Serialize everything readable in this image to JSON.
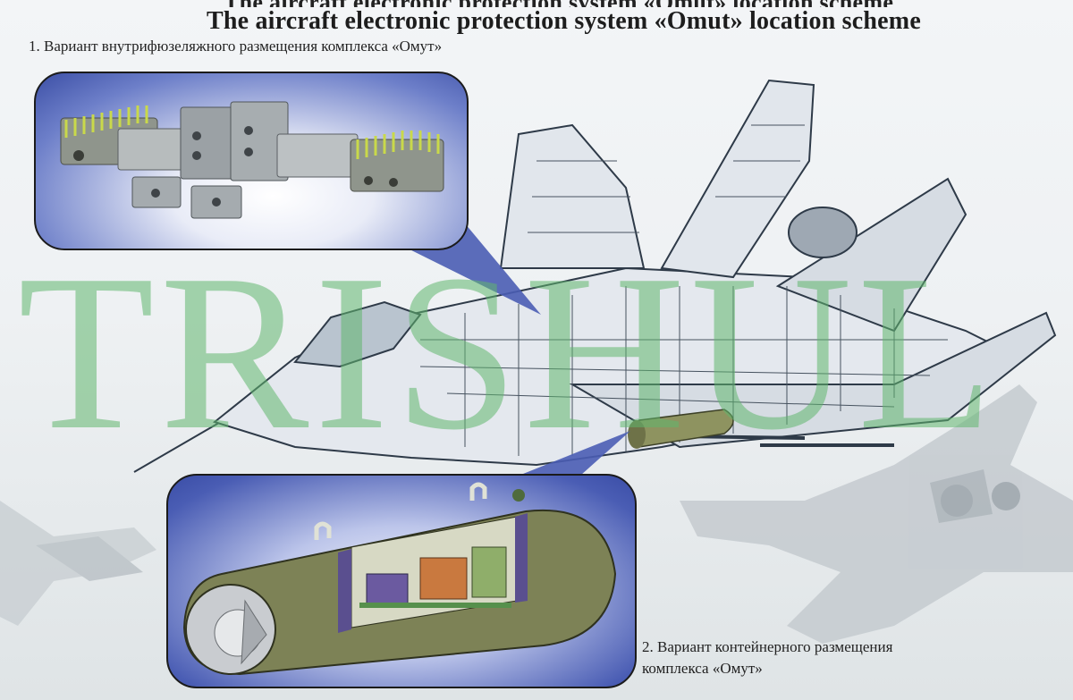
{
  "header": {
    "cut_title": "The aircraft electronic protection system «Omut» location scheme",
    "title": "The aircraft electronic protection system «Omut» location scheme"
  },
  "captions": {
    "variant_internal": "1. Вариант внутрифюзеляжного размещения комплекса «Омут»",
    "variant_pod_line1": "2. Вариант контейнерного размещения",
    "variant_pod_line2": "комплекса «Омут»"
  },
  "watermark": "TRISHUL",
  "colors": {
    "panel_blue": "#4a5db4",
    "watermark_green": "#60b66e",
    "pod_olive": "#7d8256",
    "line_art": "#2e3a48"
  }
}
